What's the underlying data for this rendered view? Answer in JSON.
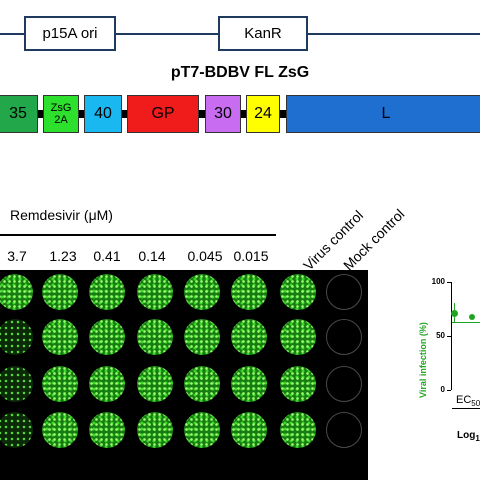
{
  "plasmid": {
    "ori_label": "p15A ori",
    "resistance_label": "KanR"
  },
  "construct": {
    "title": "pT7-BDBV FL ZsG",
    "genes": [
      {
        "label": "35",
        "color": "#22a84a"
      },
      {
        "label": "ZsG 2A",
        "color": "#2ee02e"
      },
      {
        "label": "40",
        "color": "#1ab8f0"
      },
      {
        "label": "GP",
        "color": "#f01b1b"
      },
      {
        "label": "30",
        "color": "#c86df2"
      },
      {
        "label": "24",
        "color": "#ffff00"
      },
      {
        "label": "L",
        "color": "#1f6fd1"
      }
    ]
  },
  "assay": {
    "drug_label": "Remdesivir (μM)",
    "concentrations": [
      "3.7",
      "1.23",
      "0.41",
      "0.14",
      "0.045",
      "0.015"
    ],
    "virus_control_label": "Virus control",
    "mock_control_label": "Mock control",
    "well_color": "#3bd82a"
  },
  "plot": {
    "y_ticks": [
      "100",
      "50",
      "0"
    ],
    "ylabel": "Viral infection (%)",
    "ec50_label": "EC",
    "ec50_sub": "50",
    "xlabel": "Log",
    "xlabel_sub": "1",
    "color": "#1fa51f"
  }
}
